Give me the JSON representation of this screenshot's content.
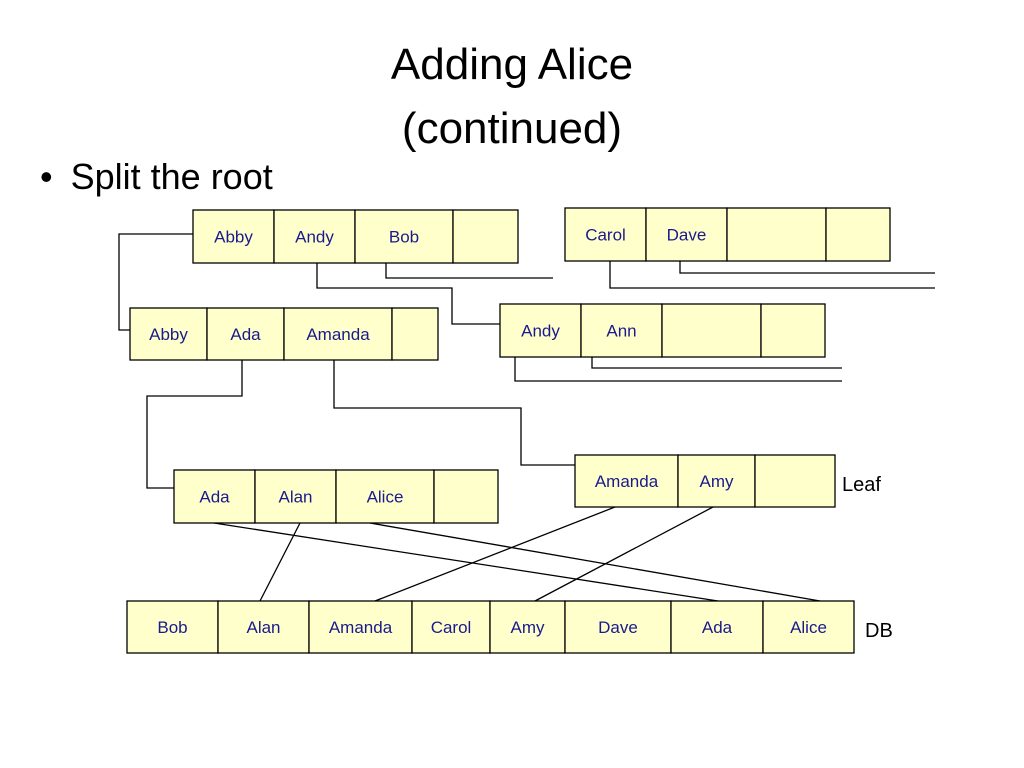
{
  "slide": {
    "title_line1": "Adding Alice",
    "title_line2": "(continued)",
    "bullet": "Split the root",
    "bullet_glyph": "•",
    "leaf_label": "Leaf",
    "db_label": "DB"
  },
  "nodes": {
    "root": [
      "Abby",
      "Andy",
      "Bob",
      ""
    ],
    "carol": [
      "Carol",
      "Dave",
      "",
      ""
    ],
    "internal_left": [
      "Abby",
      "Ada",
      "Amanda",
      ""
    ],
    "internal_right": [
      "Andy",
      "Ann",
      "",
      ""
    ],
    "leaf_ada": [
      "Ada",
      "Alan",
      "Alice",
      ""
    ],
    "leaf_amanda": [
      "Amanda",
      "Amy",
      ""
    ],
    "db": [
      "Bob",
      "Alan",
      "Amanda",
      "Carol",
      "Amy",
      "Dave",
      "Ada",
      "Alice"
    ]
  },
  "colors": {
    "cell_fill": "#ffffcc",
    "text": "#1a1a8c",
    "stroke": "#000000"
  }
}
